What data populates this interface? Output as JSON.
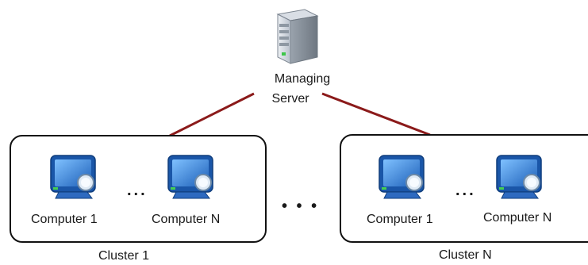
{
  "server": {
    "label_line1": "Managing",
    "label_line2": "Server",
    "icon": "server-icon"
  },
  "clusters": [
    {
      "name": "Cluster 1",
      "computers": [
        {
          "label": "Computer 1",
          "icon": "computer-monitor-icon"
        },
        {
          "label": "Computer N",
          "icon": "computer-monitor-icon"
        }
      ],
      "ellipsis": "..."
    },
    {
      "name": "Cluster N",
      "computers": [
        {
          "label": "Computer 1",
          "icon": "computer-monitor-icon"
        },
        {
          "label": "Computer N",
          "icon": "computer-monitor-icon"
        }
      ],
      "ellipsis": "..."
    }
  ],
  "between_clusters_ellipsis": "• • •",
  "colors": {
    "connector": "#8b1a1a",
    "box_border": "#111111",
    "monitor_blue": "#2f6fc9"
  }
}
